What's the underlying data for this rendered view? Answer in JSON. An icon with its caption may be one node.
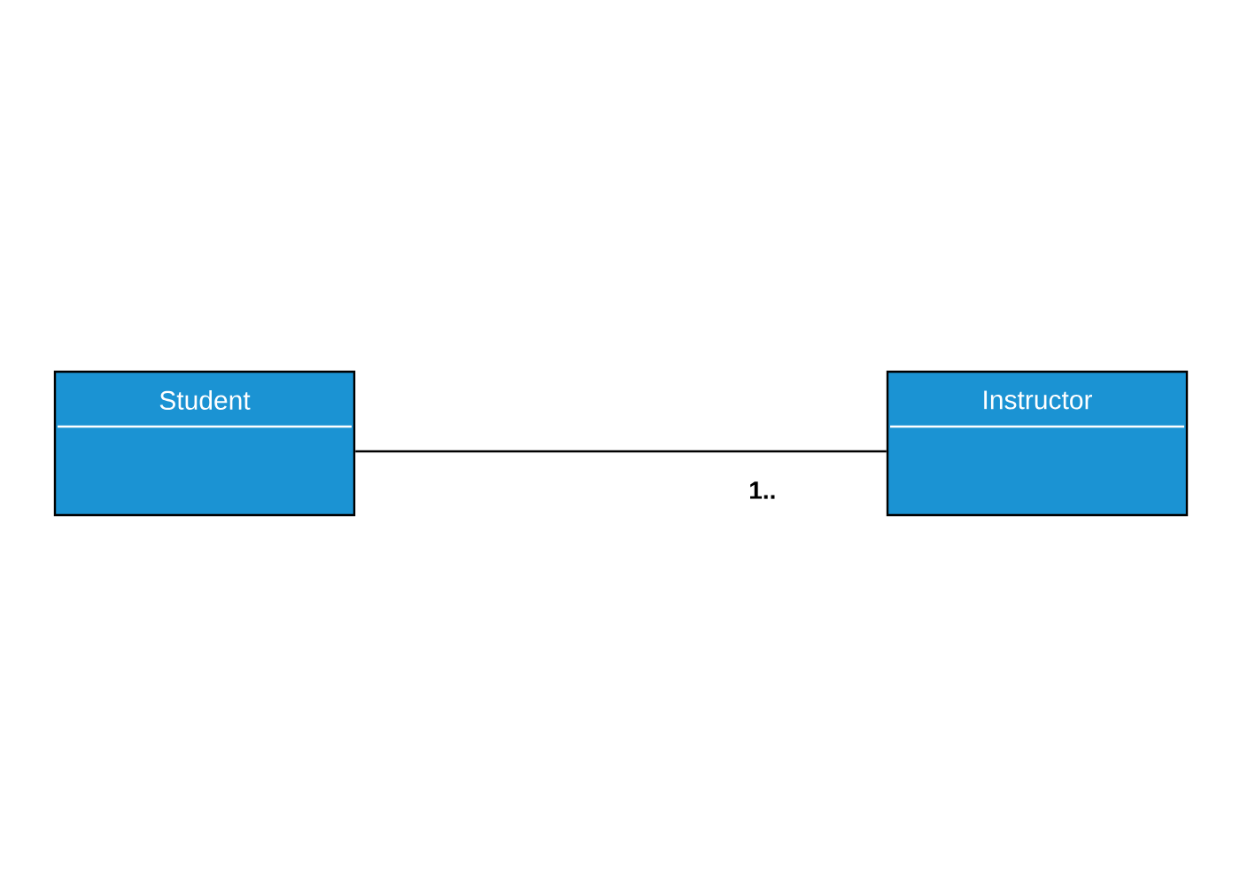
{
  "diagram": {
    "nodes": [
      {
        "text": [
          "Student"
        ]
      },
      {
        "text": [
          "Instructor"
        ]
      }
    ],
    "edges": [
      {
        "from": 0,
        "to": 1,
        "arrow": "none",
        "label": "1.."
      }
    ]
  }
}
